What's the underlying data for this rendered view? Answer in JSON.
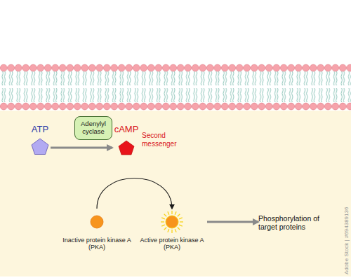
{
  "diagram": {
    "nodes": [
      {
        "text": [
          "ATP"
        ]
      },
      {
        "text": [
          "Adenylyl cyclase"
        ]
      },
      {
        "text": [
          "cAMP",
          "Second messenger"
        ]
      },
      {
        "text": [
          "Inactive protein kinase A (PKA)"
        ]
      },
      {
        "text": [
          "Active protein kinase A (PKA)"
        ]
      },
      {
        "text": [
          "Phosphorylation of target proteins"
        ]
      }
    ],
    "edges": [
      {
        "from": 0,
        "to": 2,
        "arrow": "to"
      },
      {
        "from": 3,
        "to": 4,
        "arrow": "to"
      },
      {
        "from": 4,
        "to": 5,
        "arrow": "to"
      }
    ],
    "labels": [
      "Adobe Stock | #694389136"
    ]
  }
}
